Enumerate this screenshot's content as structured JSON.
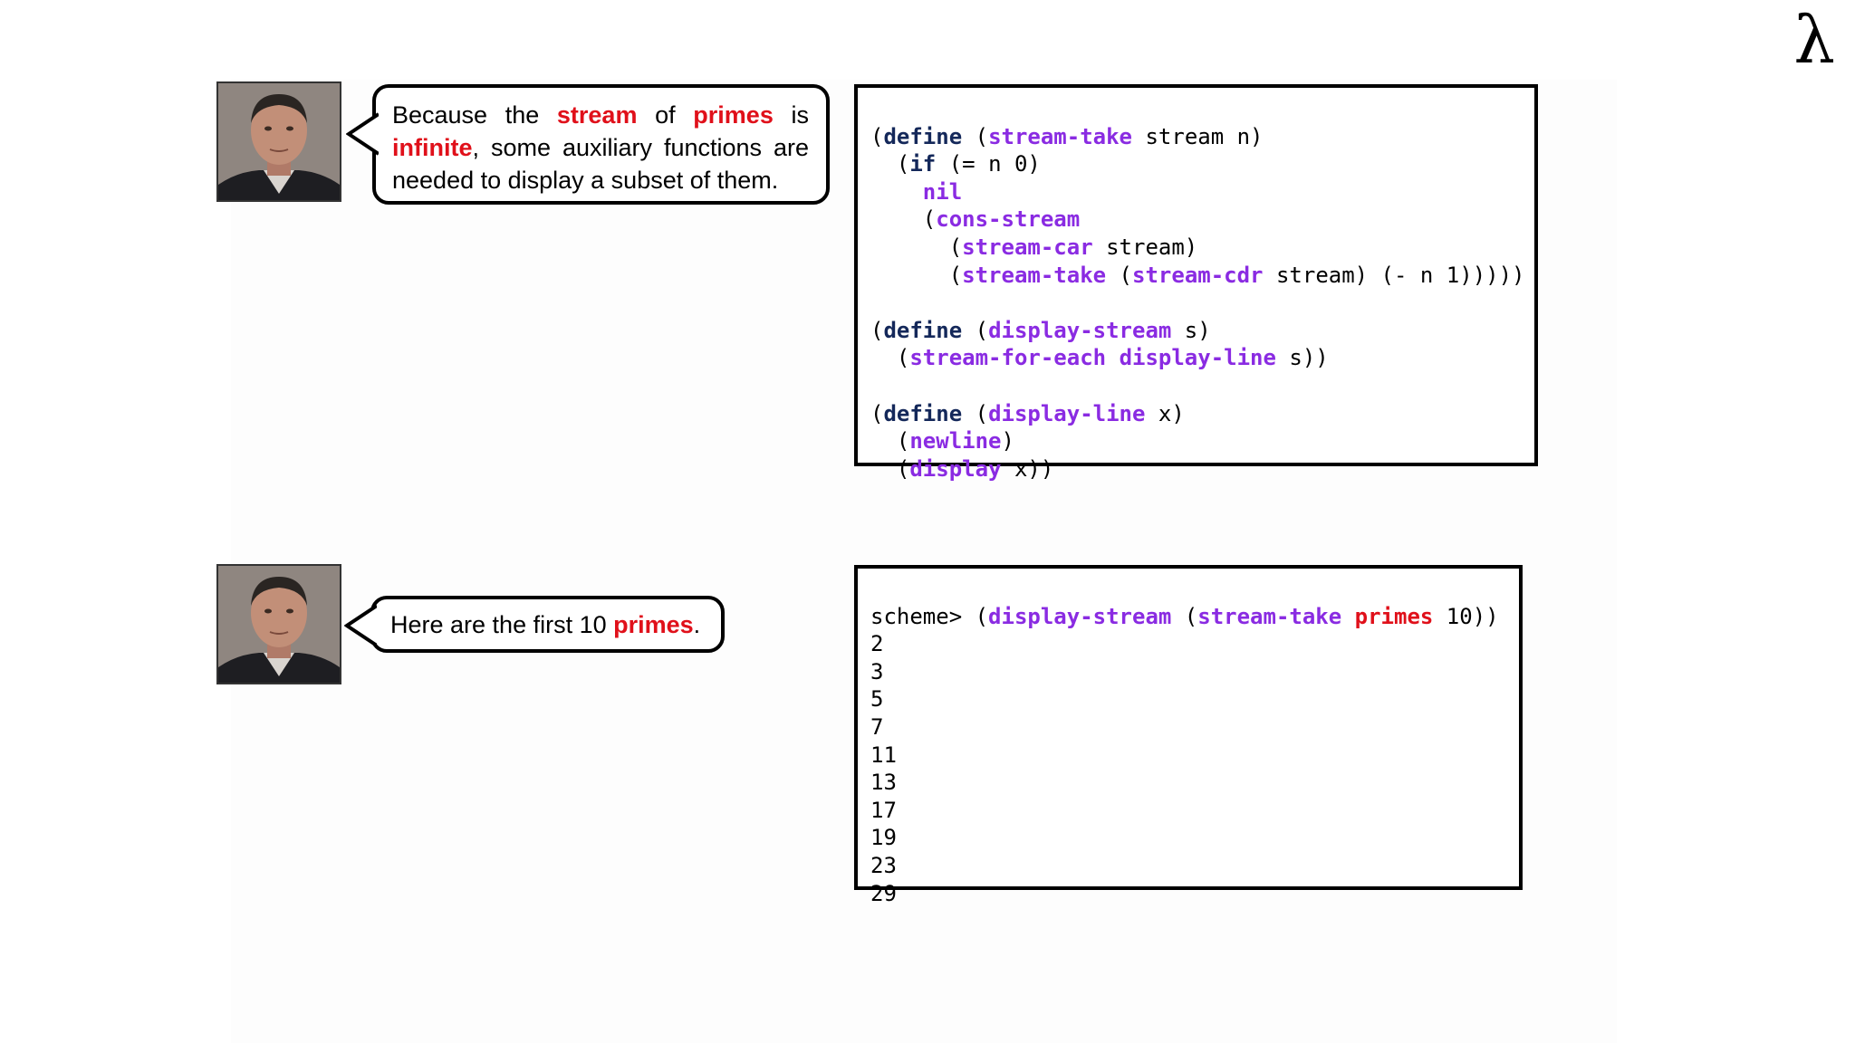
{
  "logo": {
    "symbol": "λ"
  },
  "dialogue": [
    {
      "avatar_icon": "presenter-portrait",
      "segments": [
        "Because the ",
        "stream",
        " of ",
        "primes",
        " is ",
        "infinite",
        ", some auxiliary functions are needed to display a subset of them."
      ]
    },
    {
      "avatar_icon": "presenter-portrait",
      "segments": [
        "Here are the first 10 ",
        "primes",
        "."
      ]
    }
  ],
  "code_definitions": {
    "stream_take": {
      "define": "define",
      "name": "stream-take",
      "params": " stream n)",
      "if_kw": "if",
      "if_cond": " (= n 0)",
      "nil": "nil",
      "cons_stream": "cons-stream",
      "stream_car": "stream-car",
      "car_arg": " stream)",
      "stream_take_call": "stream-take",
      "stream_cdr": "stream-cdr",
      "cdr_tail": " stream) (- n 1)))))"
    },
    "display_stream": {
      "define": "define",
      "name": "display-stream",
      "params": " s)",
      "for_each": "stream-for-each",
      "display_line": "display-line",
      "tail": " s))"
    },
    "display_line": {
      "define": "define",
      "name": "display-line",
      "params": " x)",
      "newline": "newline",
      "display": "display",
      "tail": " x))"
    }
  },
  "repl": {
    "prompt": "scheme> ",
    "call_display_stream": "display-stream",
    "call_stream_take": "stream-take",
    "call_primes": "primes",
    "call_tail": " 10))",
    "output": [
      "2",
      "3",
      "5",
      "7",
      "11",
      "13",
      "17",
      "19",
      "23",
      "29"
    ]
  },
  "colors": {
    "keyword": "#14285a",
    "function": "#8a2be2",
    "highlight": "#e0101a"
  }
}
